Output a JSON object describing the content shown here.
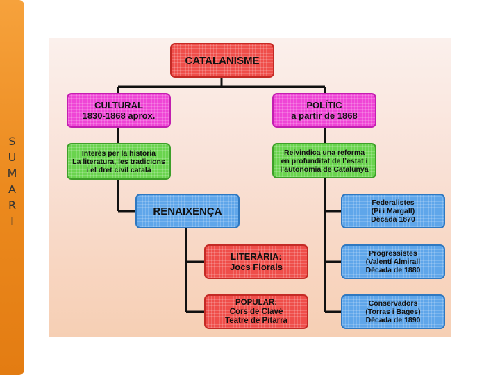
{
  "sidebar": {
    "letters": [
      "S",
      "U",
      "M",
      "A",
      "R",
      "I"
    ]
  },
  "diagram": {
    "root": "CATALANISME",
    "cultural": {
      "line1": "CULTURAL",
      "line2": "1830-1868 aprox."
    },
    "politic": {
      "line1": "POLÍTIC",
      "line2": "a partir de 1868"
    },
    "cultural_desc": [
      "Interès per la història",
      "La literatura, les tradicions",
      "i el dret civil català"
    ],
    "politic_desc": [
      "Reivindica una reforma",
      "en profunditat de l’estat i",
      "l’autonomia de Catalunya"
    ],
    "renaixenca": "RENAIXENÇA",
    "literaria": {
      "line1": "LITERÀRIA:",
      "line2": "Jocs Florals"
    },
    "popular": {
      "line1": "POPULAR:",
      "line2": "Cors de Clavé",
      "line3": "Teatre de Pitarra"
    },
    "federalistes": [
      "Federalistes",
      "(Pi i Margall)",
      "Dècada 1870"
    ],
    "progressistes": [
      "Progressistes",
      "(Valentí Almirall",
      "Dècada de 1880"
    ],
    "conservadors": [
      "Conservadors",
      "(Torras i Bages)",
      "Dècada de 1890"
    ]
  }
}
